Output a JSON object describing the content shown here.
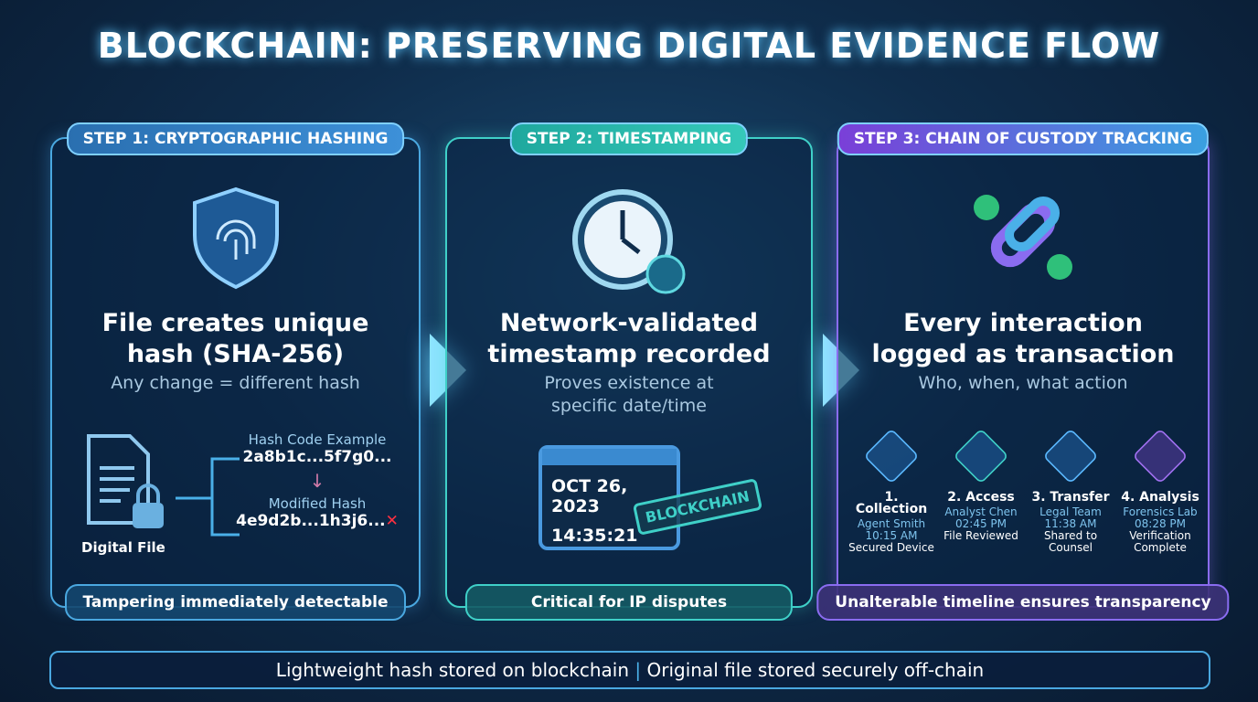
{
  "title": "BLOCKCHAIN: PRESERVING DIGITAL EVIDENCE FLOW",
  "panels": [
    {
      "tag": "STEP 1: CRYPTOGRAPHIC HASHING",
      "heading": [
        "File creates unique",
        "hash (SHA-256)"
      ],
      "sub": "Any change = different hash",
      "footer": "Tampering immediately detectable",
      "file_label": "Digital File",
      "hash_label": "Hash Code Example",
      "hash_value": "2a8b1c...5f7g0...",
      "modified_label": "Modified Hash",
      "modified_value": "4e9d2b...1h3j6..."
    },
    {
      "tag": "STEP 2: TIMESTAMPING",
      "heading": [
        "Network-validated",
        "timestamp recorded"
      ],
      "sub": [
        "Proves existence at",
        "specific date/time"
      ],
      "footer": "Critical for IP disputes",
      "date": "OCT 26, 2023",
      "time": "14:35:21",
      "stamp": "BLOCKCHAIN"
    },
    {
      "tag": "STEP 3: CHAIN OF CUSTODY TRACKING",
      "heading": [
        "Every interaction",
        "logged as transaction"
      ],
      "sub": "Who, when, what action",
      "footer": "Unalterable timeline ensures transparency",
      "steps": [
        {
          "title": "1. Collection",
          "who": "Agent Smith",
          "time": "10:15 AM",
          "action": "Secured Device",
          "color": "#4aa8f0"
        },
        {
          "title": "2. Access",
          "who": "Analyst Chen",
          "time": "02:45 PM",
          "action": "File Reviewed",
          "color": "#3fd0c8"
        },
        {
          "title": "3. Transfer",
          "who": "Legal Team",
          "time": "11:38 AM",
          "action": "Shared to Counsel",
          "color": "#4aa8f0"
        },
        {
          "title": "4. Analysis",
          "who": "Forensics Lab",
          "time": "08:28 PM",
          "action": "Verification Complete",
          "color": "#a070f0"
        }
      ]
    }
  ],
  "bottom_left": "Lightweight hash stored on blockchain",
  "bottom_sep": "|",
  "bottom_right": "Original file stored securely off-chain"
}
